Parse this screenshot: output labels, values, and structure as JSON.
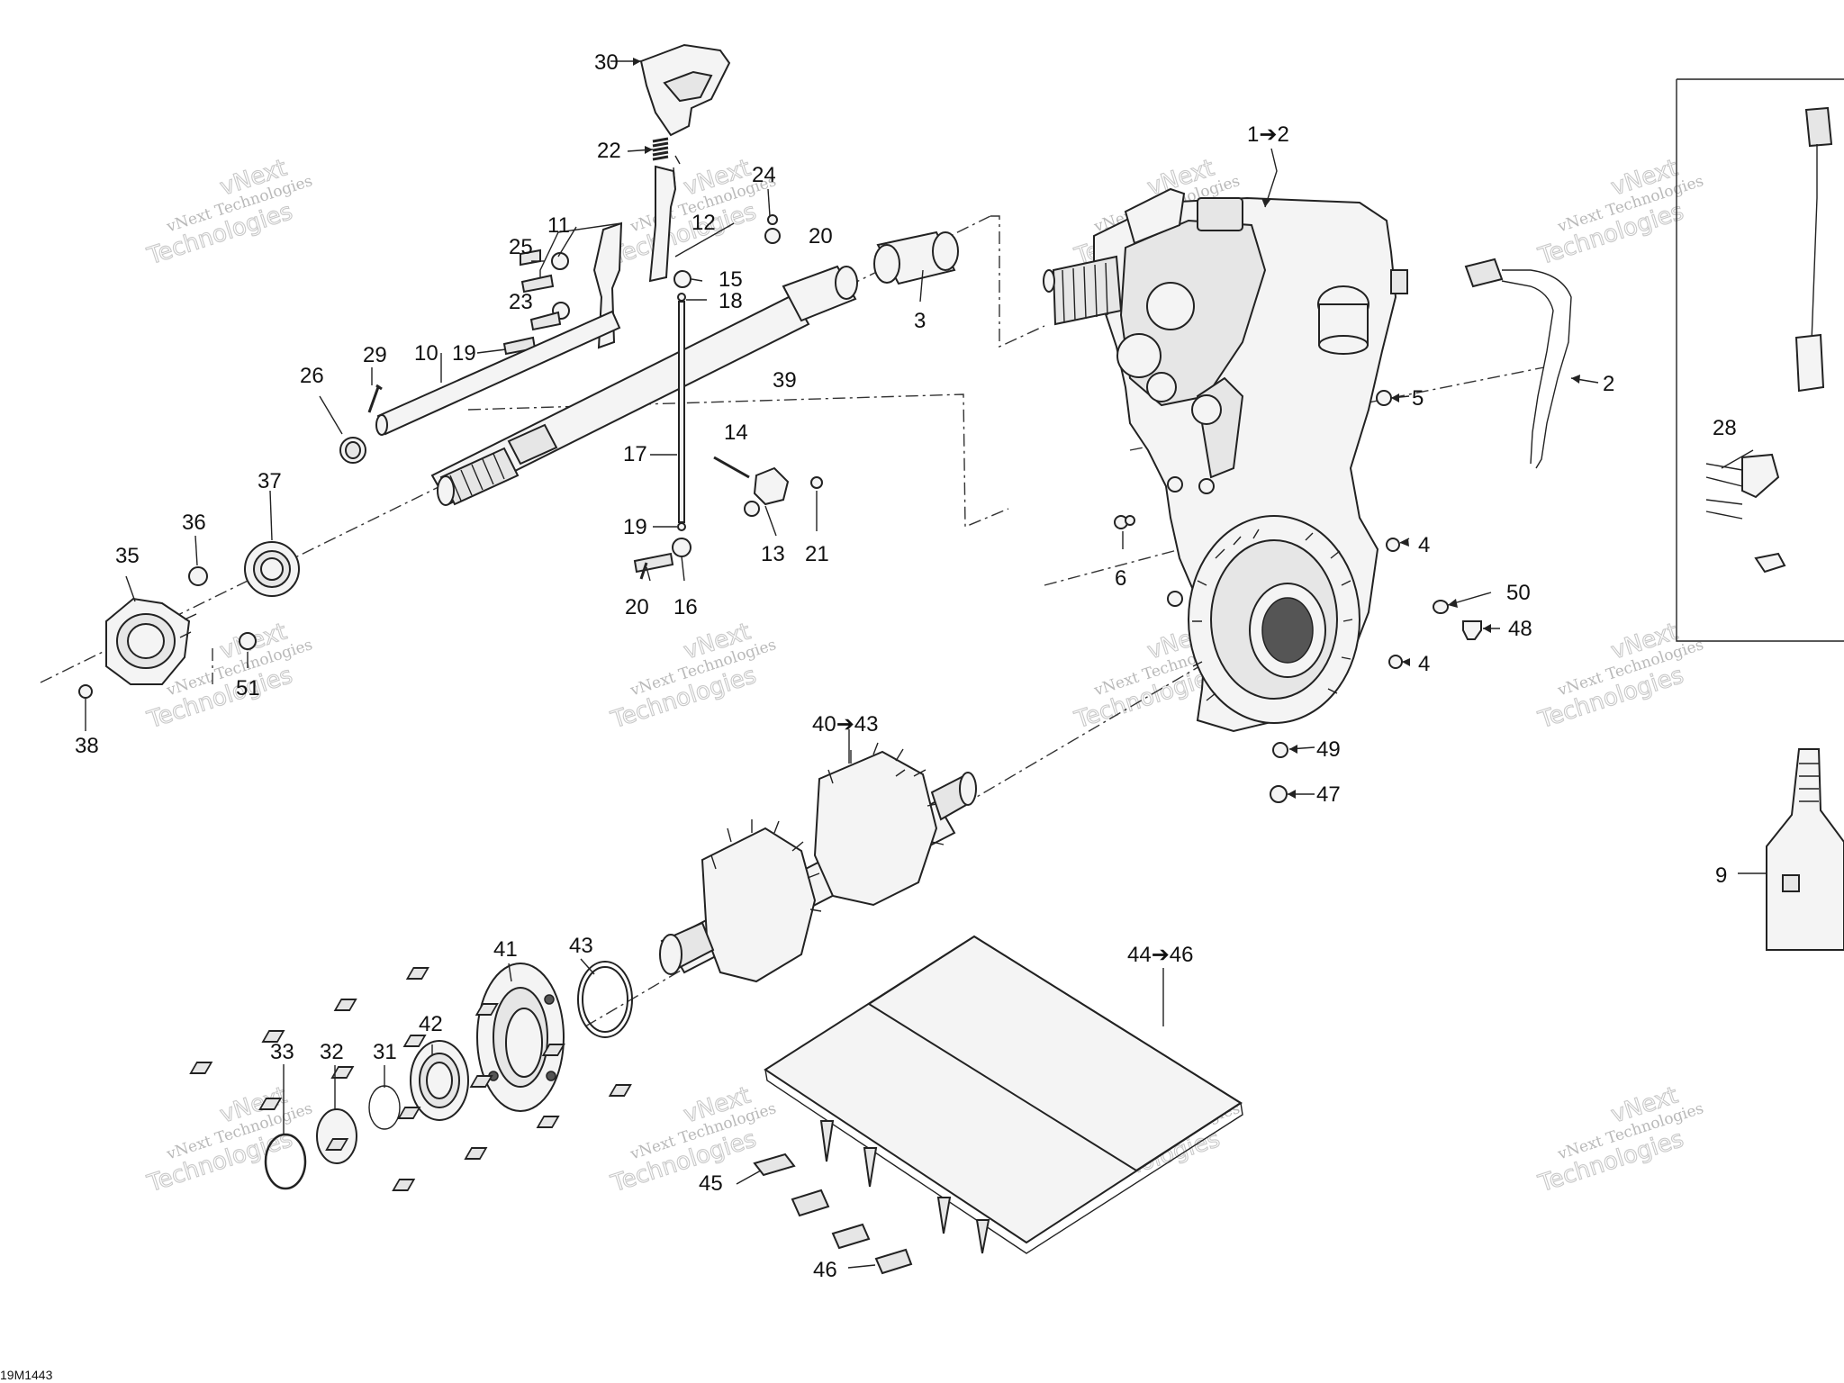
{
  "diagram_code": "19M1443",
  "watermark": {
    "line1": "vNext Technologies",
    "line2": "vNext",
    "line3": "Technologies"
  },
  "labels": {
    "l1to2": "1➔2",
    "l2": "2",
    "l3": "3",
    "l4a": "4",
    "l4b": "4",
    "l5": "5",
    "l6": "6",
    "l9": "9",
    "l10": "10",
    "l11": "11",
    "l12": "12",
    "l13": "13",
    "l14": "14",
    "l15": "15",
    "l16": "16",
    "l17": "17",
    "l18": "18",
    "l19a": "19",
    "l19b": "19",
    "l20a": "20",
    "l20b": "20",
    "l21": "21",
    "l22": "22",
    "l23": "23",
    "l24": "24",
    "l25": "25",
    "l26": "26",
    "l28": "28",
    "l29": "29",
    "l30": "30",
    "l31": "31",
    "l32": "32",
    "l33": "33",
    "l35": "35",
    "l36": "36",
    "l37": "37",
    "l38": "38",
    "l39": "39",
    "l40to43": "40➔43",
    "l41": "41",
    "l42": "42",
    "l43": "43",
    "l44to46": "44➔46",
    "l45": "45",
    "l46": "46",
    "l47": "47",
    "l48": "48",
    "l49": "49",
    "l50": "50",
    "l51": "51"
  }
}
